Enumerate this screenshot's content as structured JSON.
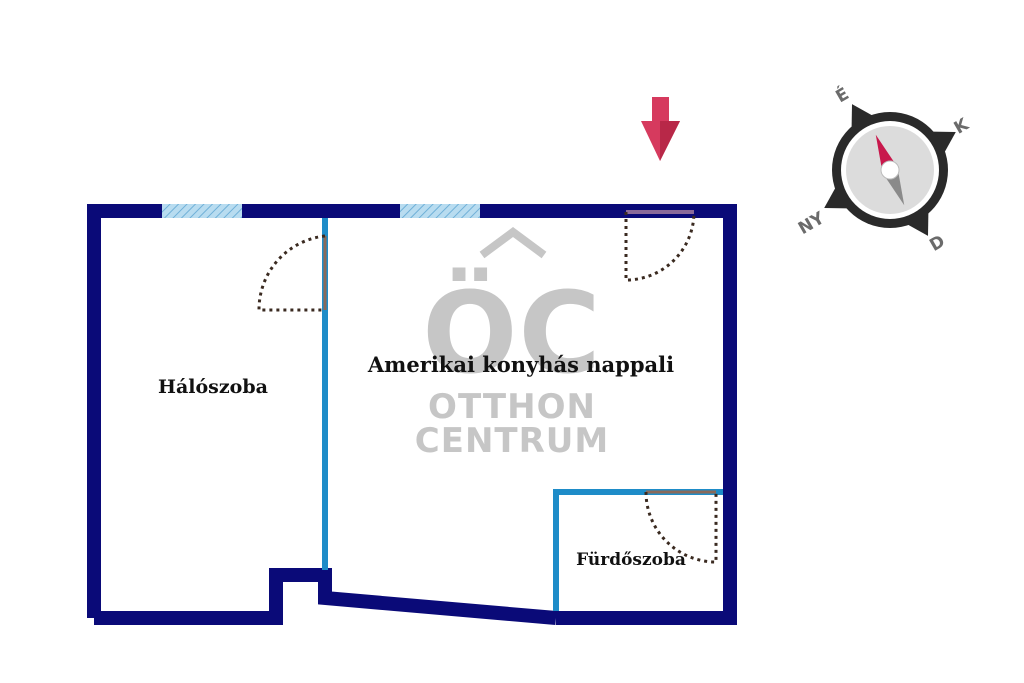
{
  "rooms": {
    "bedroom": "Hálószoba",
    "living": "Amerikai konyhás nappali",
    "bathroom": "Fürdőszoba"
  },
  "watermark": {
    "logo": "ÖC",
    "line1": "OTTHON",
    "line2": "CENTRUM"
  },
  "compass": {
    "north": "É",
    "east": "K",
    "south": "D",
    "west": "NY"
  },
  "colors": {
    "outer_wall": "#0a0a78",
    "inner_wall": "#1e8cc8",
    "window": "#a8d4ee",
    "entrance_arrow": "#d63a5e",
    "compass_needle": "#c8184c"
  }
}
